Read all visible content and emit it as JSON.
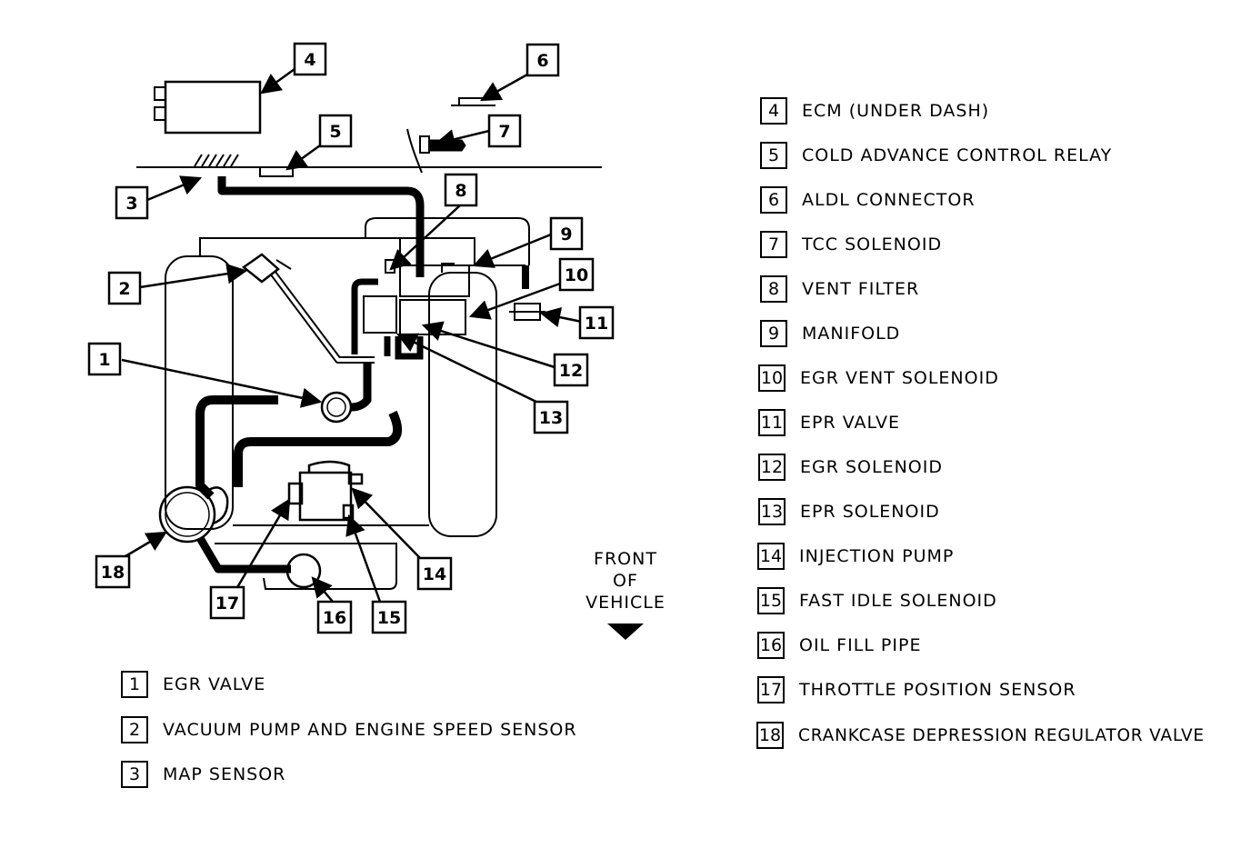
{
  "callouts": [
    {
      "n": "4"
    },
    {
      "n": "5"
    },
    {
      "n": "6"
    },
    {
      "n": "7"
    },
    {
      "n": "3"
    },
    {
      "n": "8"
    },
    {
      "n": "9"
    },
    {
      "n": "10"
    },
    {
      "n": "2"
    },
    {
      "n": "11"
    },
    {
      "n": "1"
    },
    {
      "n": "12"
    },
    {
      "n": "13"
    },
    {
      "n": "18"
    },
    {
      "n": "14"
    },
    {
      "n": "17"
    },
    {
      "n": "16"
    },
    {
      "n": "15"
    }
  ],
  "front_note": {
    "line1": "FRONT",
    "line2": "OF",
    "line3": "VEHICLE"
  },
  "legend_left": [
    {
      "n": "1",
      "text": "EGR VALVE"
    },
    {
      "n": "2",
      "text": "VACUUM PUMP AND ENGINE SPEED SENSOR"
    },
    {
      "n": "3",
      "text": "MAP SENSOR"
    }
  ],
  "legend_right": [
    {
      "n": "4",
      "text": "ECM (UNDER DASH)"
    },
    {
      "n": "5",
      "text": "COLD ADVANCE CONTROL RELAY"
    },
    {
      "n": "6",
      "text": "ALDL CONNECTOR"
    },
    {
      "n": "7",
      "text": "TCC SOLENOID"
    },
    {
      "n": "8",
      "text": "VENT FILTER"
    },
    {
      "n": "9",
      "text": "MANIFOLD"
    },
    {
      "n": "10",
      "text": "EGR VENT SOLENOID"
    },
    {
      "n": "11",
      "text": "EPR VALVE"
    },
    {
      "n": "12",
      "text": "EGR SOLENOID"
    },
    {
      "n": "13",
      "text": "EPR SOLENOID"
    },
    {
      "n": "14",
      "text": "INJECTION PUMP"
    },
    {
      "n": "15",
      "text": "FAST IDLE SOLENOID"
    },
    {
      "n": "16",
      "text": "OIL FILL PIPE"
    },
    {
      "n": "17",
      "text": "THROTTLE POSITION SENSOR"
    },
    {
      "n": "18",
      "text": "CRANKCASE DEPRESSION REGULATOR VALVE"
    }
  ]
}
